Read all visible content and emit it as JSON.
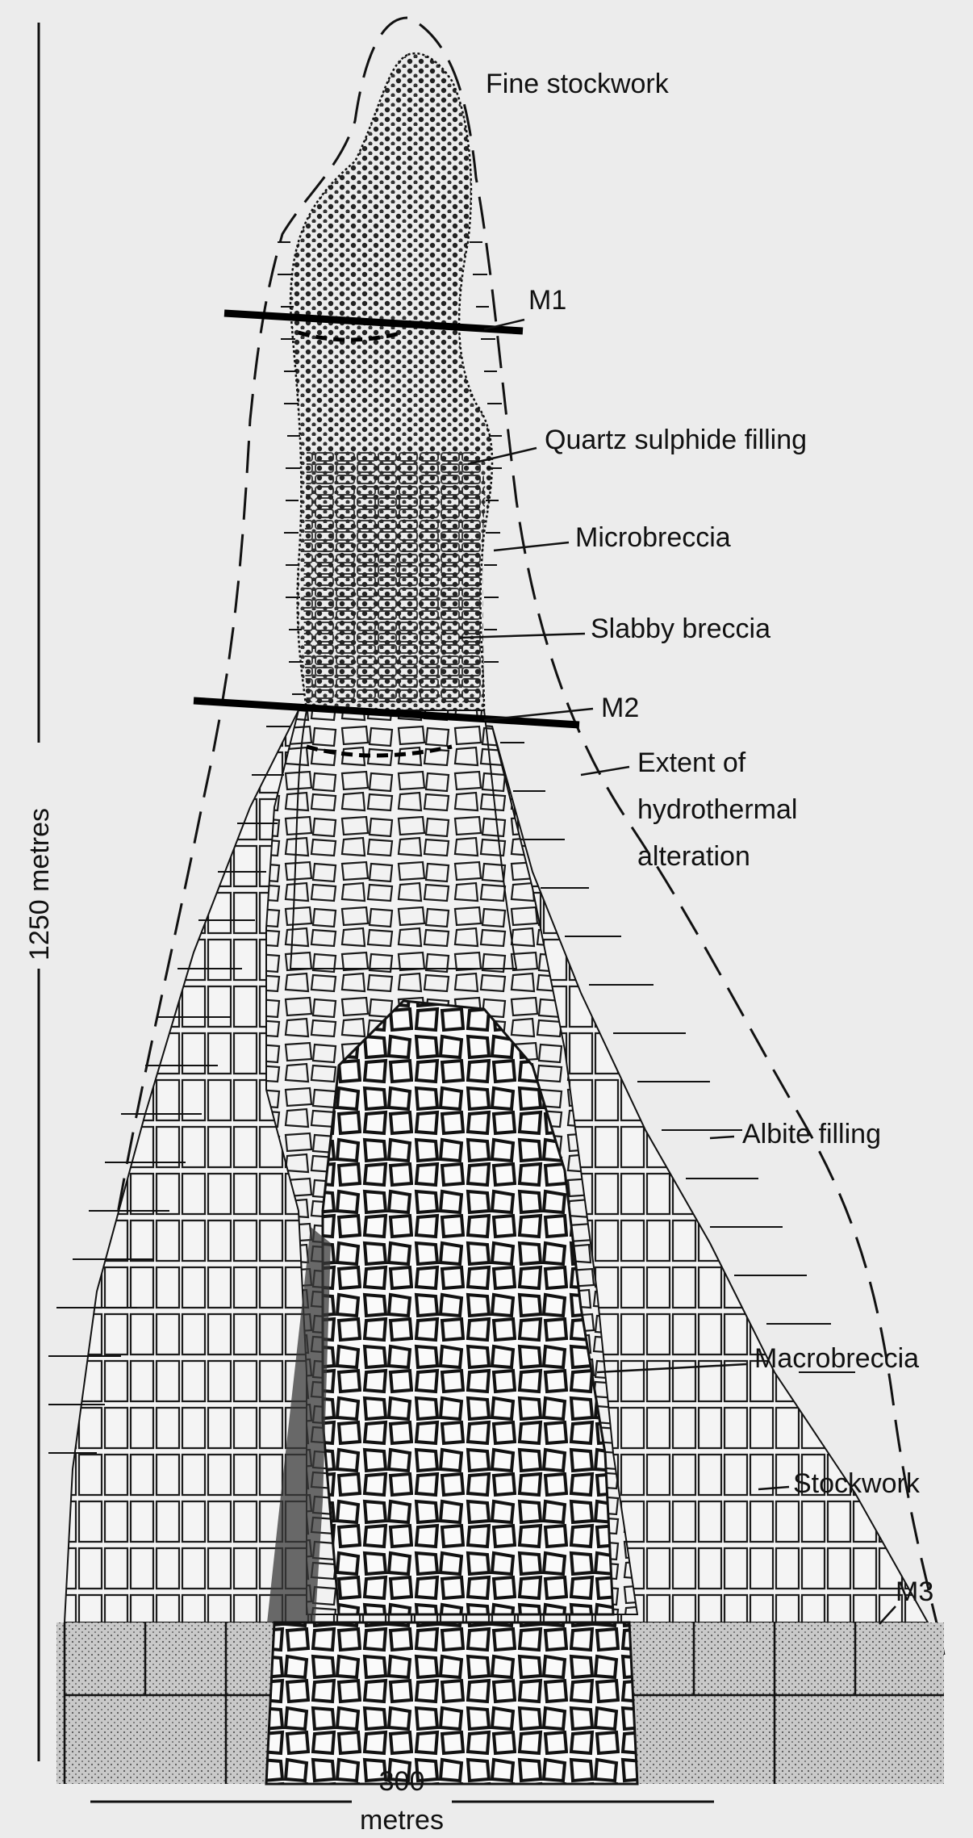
{
  "labels": {
    "fine_stockwork": "Fine stockwork",
    "m1": "M1",
    "quartz": "Quartz sulphide filling",
    "microbreccia": "Microbreccia",
    "slabby": "Slabby breccia",
    "m2": "M2",
    "extent_1": "Extent of",
    "extent_2": "hydrothermal",
    "extent_3": "alteration",
    "albite": "Albite filling",
    "macrobreccia": "Macrobreccia",
    "stockwork": "Stockwork",
    "m3": "M3"
  },
  "scale": {
    "vertical": "1250 metres",
    "horizontal_value": "300",
    "horizontal_unit": "metres"
  }
}
